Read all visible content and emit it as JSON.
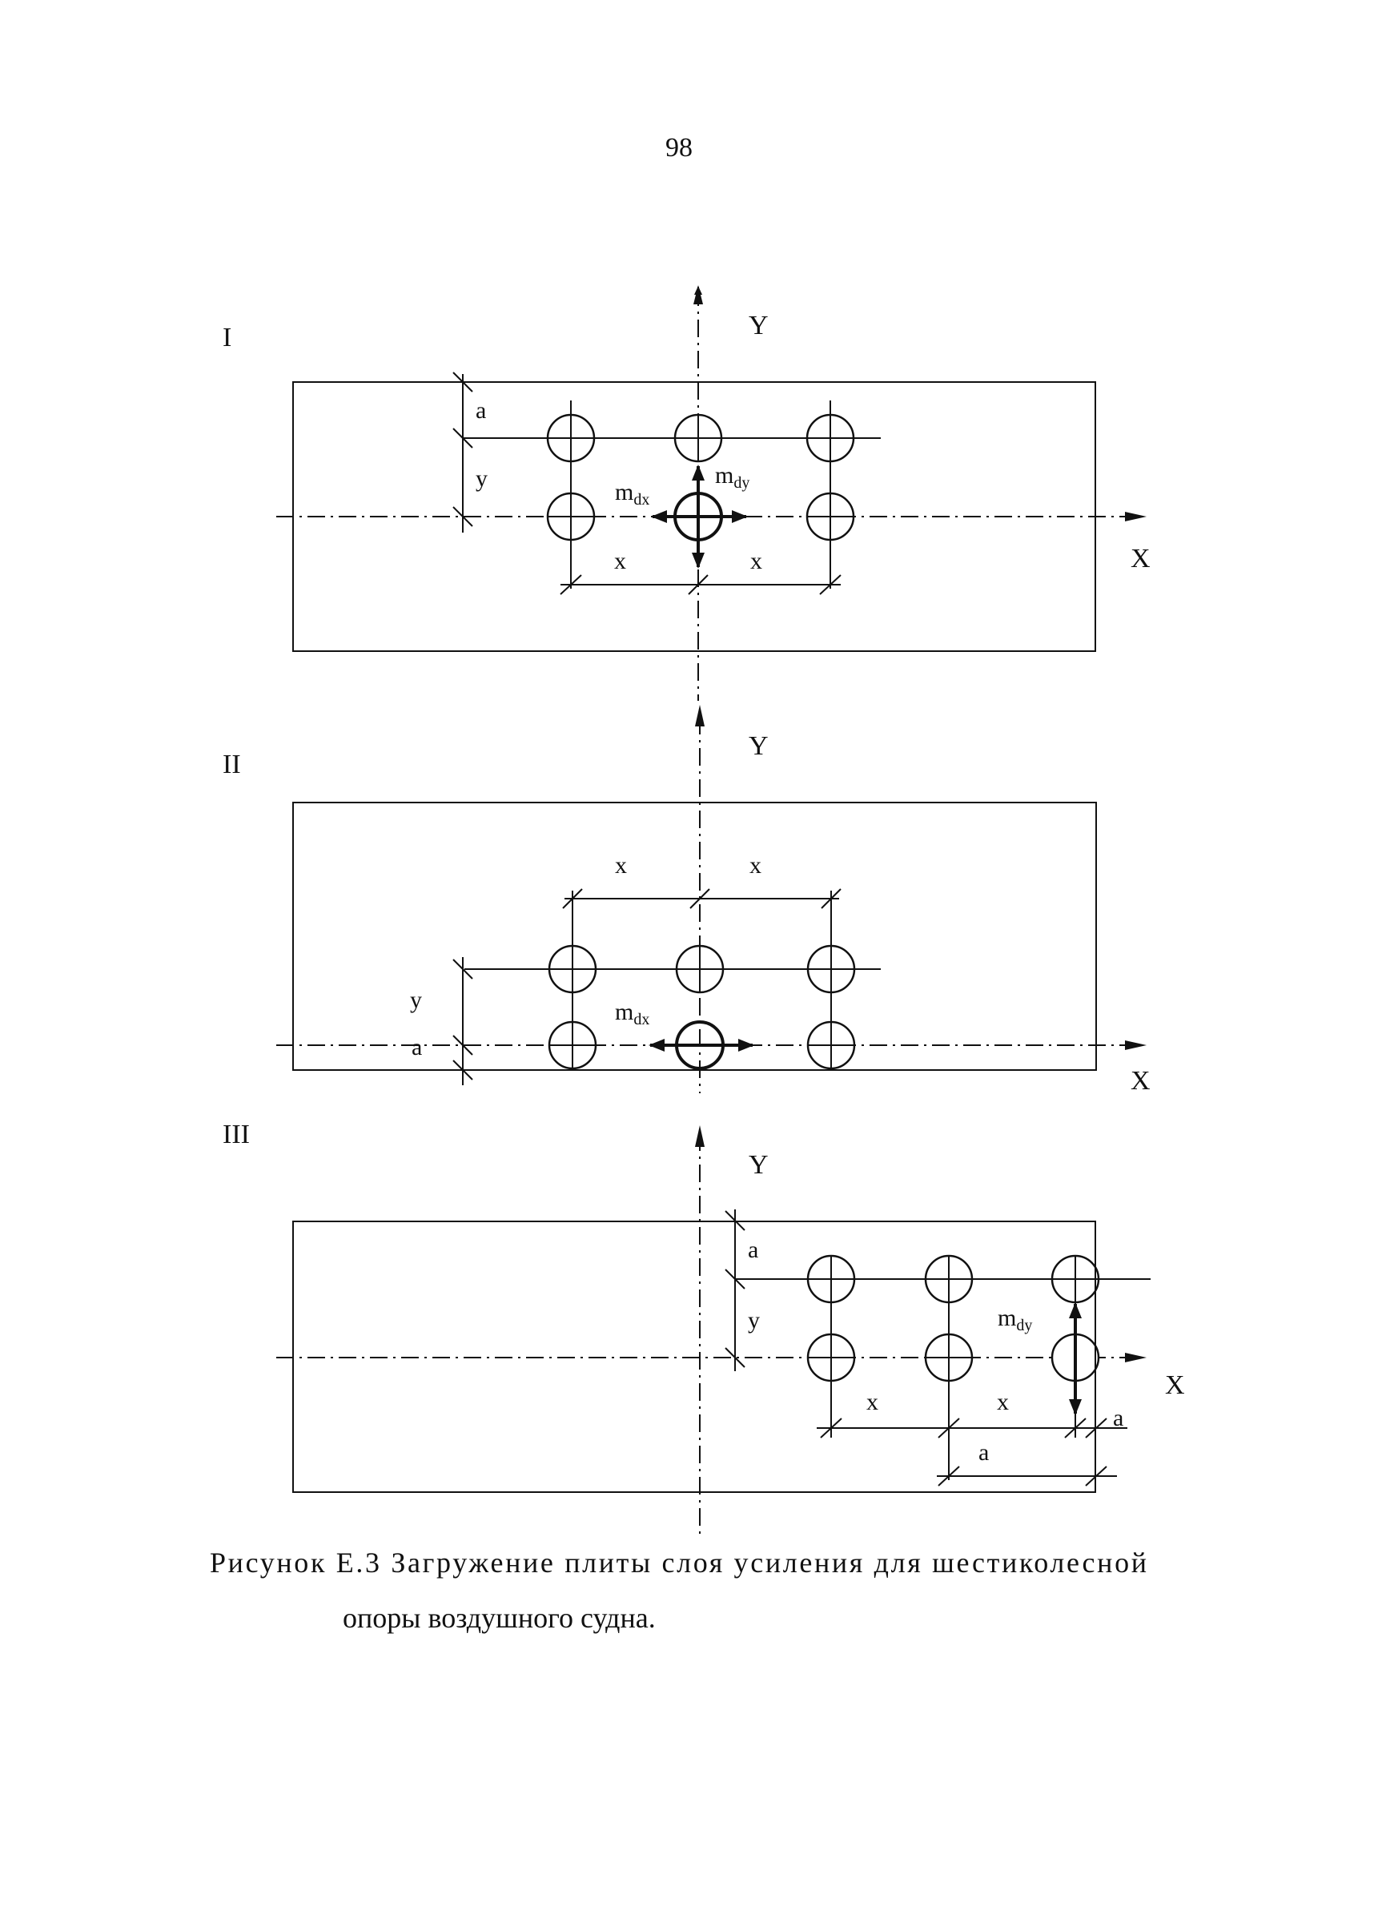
{
  "page_number": "98",
  "panels": [
    {
      "roman": "I",
      "axis_x": "X",
      "axis_y": "Y",
      "dim_x": "x",
      "dim_y": "y",
      "dim_a": "a",
      "moment_x": "m",
      "moment_x_sub": "dx",
      "moment_y": "m",
      "moment_y_sub": "dy"
    },
    {
      "roman": "II",
      "axis_x": "X",
      "axis_y": "Y",
      "dim_x": "x",
      "dim_y": "y",
      "dim_a": "a",
      "moment_x": "m",
      "moment_x_sub": "dx"
    },
    {
      "roman": "III",
      "axis_x": "X",
      "axis_y": "Y",
      "dim_x": "x",
      "dim_y": "y",
      "dim_a": "a",
      "moment_y": "m",
      "moment_y_sub": "dy"
    }
  ],
  "caption": {
    "line1": "Рисунок Е.3 Загружение плиты слоя усиления для шестиколесной",
    "line2": "опоры воздушного судна."
  }
}
